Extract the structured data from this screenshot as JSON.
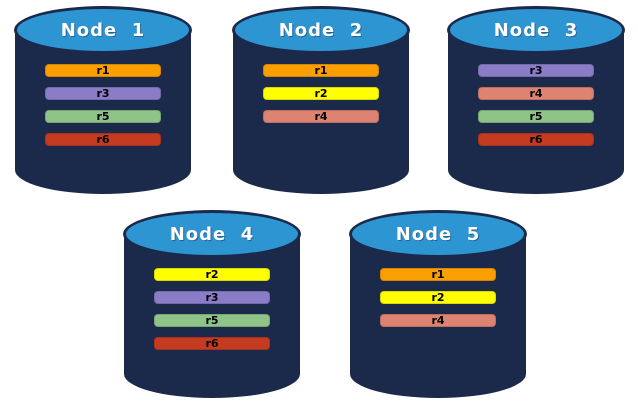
{
  "diagram": {
    "description": "Five database nodes with replica placement",
    "background": "#ffffff",
    "colors": {
      "cylinder_body": "#1b2a4a",
      "cylinder_top": "#2e95d3",
      "title_text": "#ffffff",
      "bar_text": "#000000"
    },
    "replica_colors": {
      "r1": "#fb9e00",
      "r2": "#ffff00",
      "r3": "#8b7cc8",
      "r4": "#dd8372",
      "r5": "#8ec487",
      "r6": "#c53b22"
    },
    "nodes": [
      {
        "title": "Node  1",
        "replicas": [
          {
            "label": "r1",
            "color": "#fb9e00"
          },
          {
            "label": "r3",
            "color": "#8b7cc8"
          },
          {
            "label": "r5",
            "color": "#8ec487"
          },
          {
            "label": "r6",
            "color": "#c53b22"
          }
        ]
      },
      {
        "title": "Node  2",
        "replicas": [
          {
            "label": "r1",
            "color": "#fb9e00"
          },
          {
            "label": "r2",
            "color": "#ffff00"
          },
          {
            "label": "r4",
            "color": "#dd8372"
          }
        ]
      },
      {
        "title": "Node  3",
        "replicas": [
          {
            "label": "r3",
            "color": "#8b7cc8"
          },
          {
            "label": "r4",
            "color": "#dd8372"
          },
          {
            "label": "r5",
            "color": "#8ec487"
          },
          {
            "label": "r6",
            "color": "#c53b22"
          }
        ]
      },
      {
        "title": "Node  4",
        "replicas": [
          {
            "label": "r2",
            "color": "#ffff00"
          },
          {
            "label": "r3",
            "color": "#8b7cc8"
          },
          {
            "label": "r5",
            "color": "#8ec487"
          },
          {
            "label": "r6",
            "color": "#c53b22"
          }
        ]
      },
      {
        "title": "Node  5",
        "replicas": [
          {
            "label": "r1",
            "color": "#fb9e00"
          },
          {
            "label": "r2",
            "color": "#ffff00"
          },
          {
            "label": "r4",
            "color": "#dd8372"
          }
        ]
      }
    ]
  }
}
